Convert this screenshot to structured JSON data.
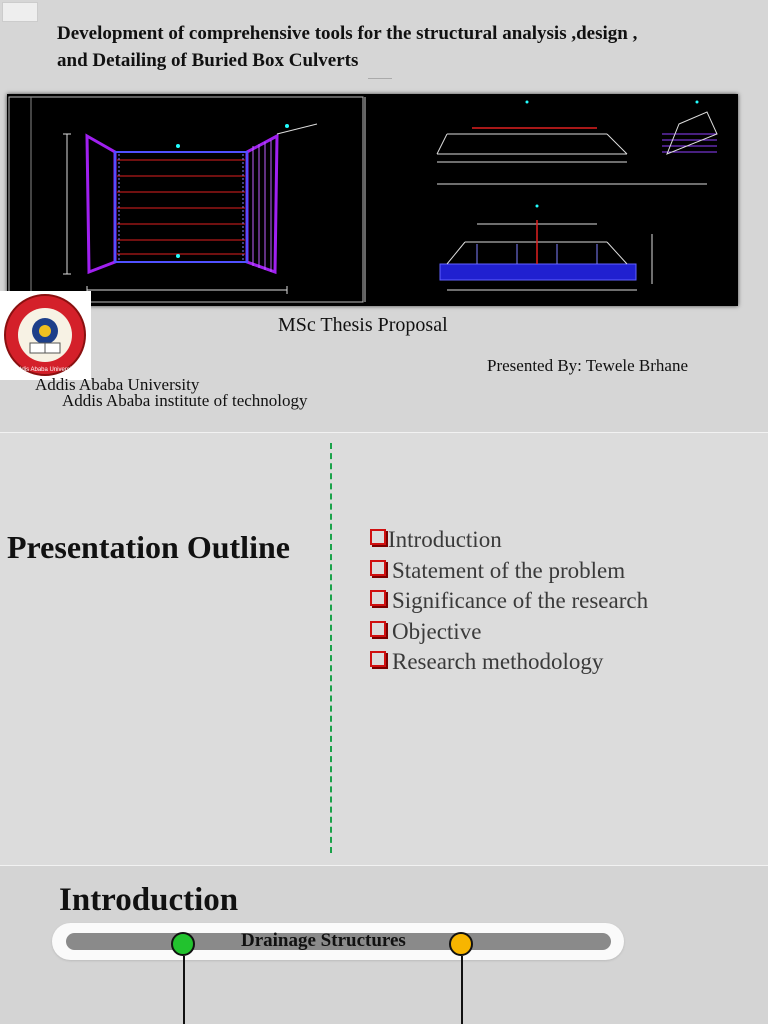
{
  "slide1": {
    "title_line1": "Development of comprehensive tools for the structural analysis ,design ,",
    "title_line2": "and Detailing of Buried Box Culverts",
    "subtitle": "MSc Thesis Proposal",
    "presenter": "Presented By: Tewele Brhane",
    "university": "Addis Ababa University",
    "institute": "Addis Ababa institute of technology",
    "logo_text": "Addis Ababa University",
    "colors": {
      "cad_background": "#000000",
      "logo_red": "#d4202a",
      "logo_blue": "#1d3f8a"
    }
  },
  "slide2": {
    "title": "Presentation Outline",
    "items": [
      "Introduction",
      "Statement of the problem",
      "Significance of the research",
      "Objective",
      "Research methodology"
    ],
    "colors": {
      "bullet": "#d01010",
      "divider": "#1aa24a"
    }
  },
  "slide3": {
    "title": "Introduction",
    "bar_label": "Drainage Structures",
    "colors": {
      "node_left": "#22c22e",
      "node_right": "#f7b500"
    }
  }
}
